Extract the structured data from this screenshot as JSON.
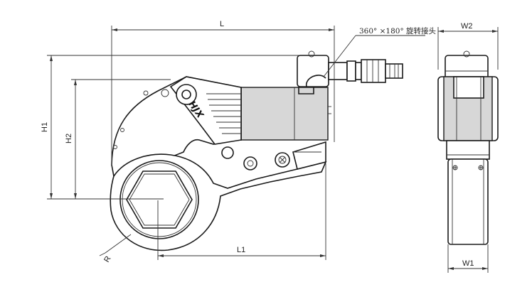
{
  "dimensions": {
    "L": "L",
    "L1": "L1",
    "H1": "H1",
    "H2": "H2",
    "W1": "W1",
    "W2": "W2",
    "R": "R"
  },
  "annotation": {
    "swivel_note": "360° ×180° 旋转接头"
  },
  "logo": {
    "brand": "JHJX"
  }
}
